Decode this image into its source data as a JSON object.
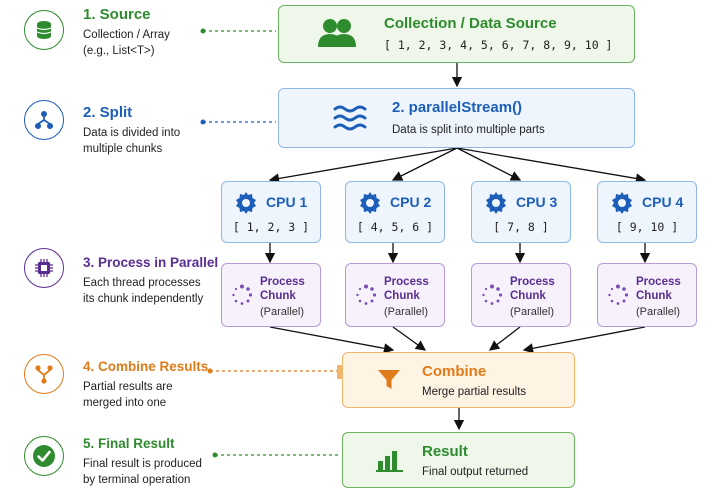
{
  "steps": [
    {
      "title": "1. Source",
      "desc1": "Collection / Array",
      "desc2": "(e.g., List<T>)"
    },
    {
      "title": "2. Split",
      "desc1": "Data is divided into",
      "desc2": "multiple chunks"
    },
    {
      "title": "3. Process in Parallel",
      "desc1": "Each thread processes",
      "desc2": "its chunk independently"
    },
    {
      "title": "4. Combine Results",
      "desc1": "Partial results are",
      "desc2": "merged into one"
    },
    {
      "title": "5. Final Result",
      "desc1": "Final result is produced",
      "desc2": "by terminal operation"
    }
  ],
  "source": {
    "title": "Collection / Data Source",
    "values": "[ 1, 2, 3, 4, 5, 6, 7, 8, 9, 10 ]"
  },
  "split": {
    "title": "2. parallelStream()",
    "desc": "Data is split into multiple parts"
  },
  "cpus": [
    {
      "title": "CPU 1",
      "values": "[ 1, 2, 3 ]"
    },
    {
      "title": "CPU 2",
      "values": "[ 4, 5, 6 ]"
    },
    {
      "title": "CPU 3",
      "values": "[ 7, 8 ]"
    },
    {
      "title": "CPU 4",
      "values": "[ 9, 10 ]"
    }
  ],
  "process": {
    "line1": "Process",
    "line2": "Chunk",
    "line3": "(Parallel)"
  },
  "combine": {
    "title": "Combine",
    "desc": "Merge partial results"
  },
  "result": {
    "title": "Result",
    "desc": "Final output returned"
  },
  "colors": {
    "green": "#2e8b2e",
    "blue": "#1d5fb8",
    "purple": "#5a2d91",
    "orange": "#e07b1a"
  }
}
